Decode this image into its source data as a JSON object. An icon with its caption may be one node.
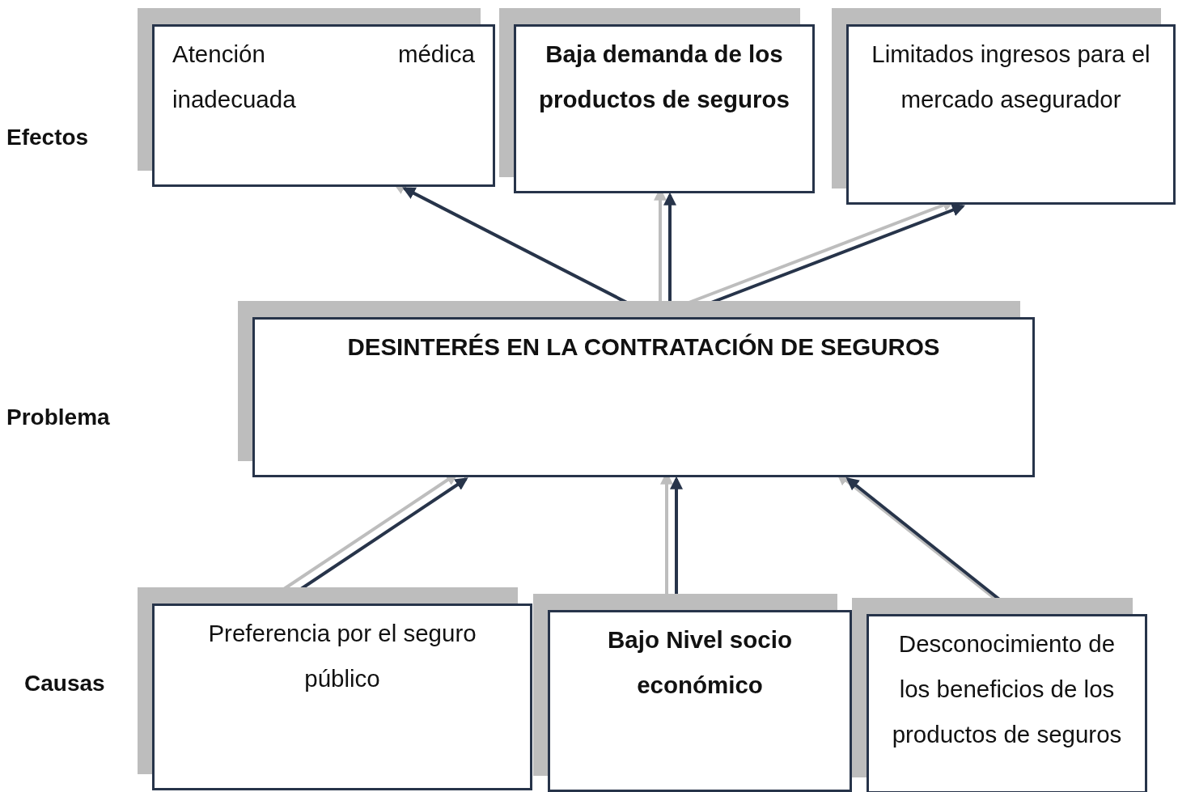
{
  "diagram": {
    "nodes": [
      {
        "text": [
          "Atención médica inadecuada"
        ]
      },
      {
        "text": [
          "Baja demanda de los productos de seguros"
        ]
      },
      {
        "text": [
          "Limitados ingresos para el mercado asegurador"
        ]
      },
      {
        "text": [
          "DESINTERÉS EN LA CONTRATACIÓN DE SEGUROS"
        ]
      },
      {
        "text": [
          "Preferencia por el seguro público"
        ]
      },
      {
        "text": [
          "Bajo Nivel socio económico"
        ]
      },
      {
        "text": [
          "Desconocimiento de los beneficios de los productos de seguros"
        ]
      }
    ],
    "edges": [
      {
        "from": 3,
        "to": 0,
        "arrow": "to"
      },
      {
        "from": 3,
        "to": 1,
        "arrow": "to"
      },
      {
        "from": 3,
        "to": 2,
        "arrow": "to"
      },
      {
        "from": 4,
        "to": 3,
        "arrow": "to"
      },
      {
        "from": 5,
        "to": 3,
        "arrow": "to"
      },
      {
        "from": 6,
        "to": 3,
        "arrow": "to"
      }
    ],
    "labels": [
      "Efectos",
      "Problema",
      "Causas"
    ]
  }
}
